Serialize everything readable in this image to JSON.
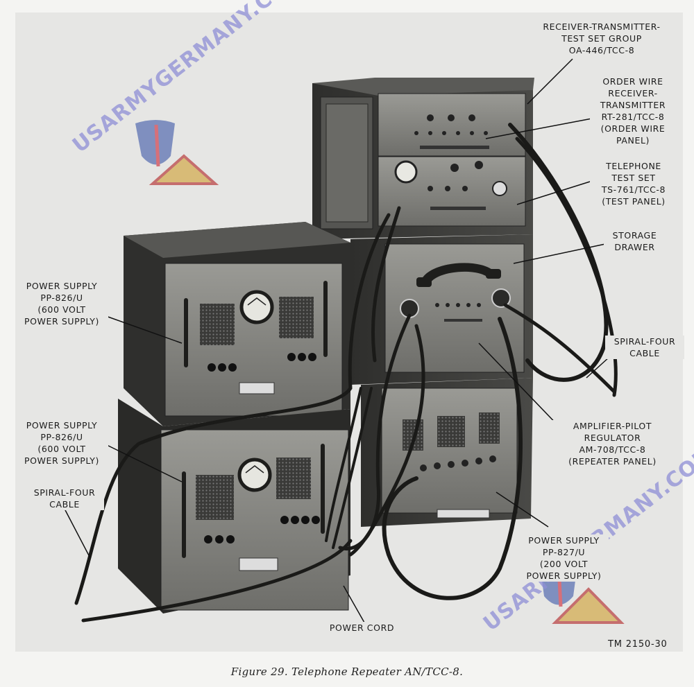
{
  "labels": {
    "rt_test_set_group": "RECEIVER-TRANSMITTER-\nTEST SET GROUP\nOA-446/TCC-8",
    "order_wire_rt": "ORDER WIRE\nRECEIVER-\nTRANSMITTER\nRT-281/TCC-8\n(ORDER WIRE\nPANEL)",
    "telephone_test_set": "TELEPHONE\nTEST SET\nTS-761/TCC-8\n(TEST PANEL)",
    "storage_drawer": "STORAGE\nDRAWER",
    "spiral_four_right": "SPIRAL-FOUR\nCABLE",
    "amplifier_pilot": "AMPLIFIER-PILOT\nREGULATOR\nAM-708/TCC-8\n(REPEATER PANEL)",
    "power_supply_827": "POWER SUPPLY\nPP-827/U\n(200 VOLT\nPOWER SUPPLY)",
    "power_cord": "POWER CORD",
    "power_supply_826_upper": "POWER SUPPLY\nPP-826/U\n(600 VOLT\nPOWER SUPPLY)",
    "power_supply_826_lower": "POWER SUPPLY\nPP-826/U\n(600 VOLT\nPOWER SUPPLY)",
    "spiral_four_left": "SPIRAL-FOUR\nCABLE"
  },
  "tm_number": "TM 2150-30",
  "caption": "Figure 29.   Telephone Repeater AN/TCC-8.",
  "watermarks": {
    "top_left": "USARMYGERMANY.COM",
    "bottom_right": "USARMYGERMANY.COM"
  },
  "colors": {
    "watermark": "#8f8fd6",
    "equipment_dark": "#3c3c3a",
    "panel_gray": "#8a8a86"
  }
}
